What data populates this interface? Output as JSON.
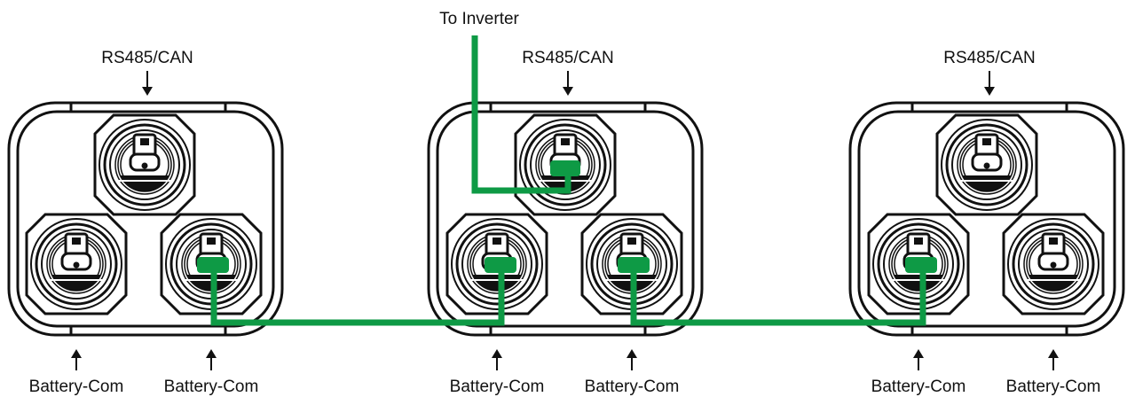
{
  "labels": {
    "inverter": "To Inverter",
    "rs485_can": "RS485/CAN",
    "battery_com": "Battery-Com"
  },
  "colors": {
    "cable": "#0e9a45",
    "stroke": "#111111",
    "background": "#ffffff"
  },
  "modules": [
    {
      "name": "battery-module-1",
      "ports": [
        "RS485/CAN",
        "Battery-Com",
        "Battery-Com"
      ]
    },
    {
      "name": "battery-module-2",
      "ports": [
        "RS485/CAN",
        "Battery-Com",
        "Battery-Com"
      ]
    },
    {
      "name": "battery-module-3",
      "ports": [
        "RS485/CAN",
        "Battery-Com",
        "Battery-Com"
      ]
    }
  ]
}
